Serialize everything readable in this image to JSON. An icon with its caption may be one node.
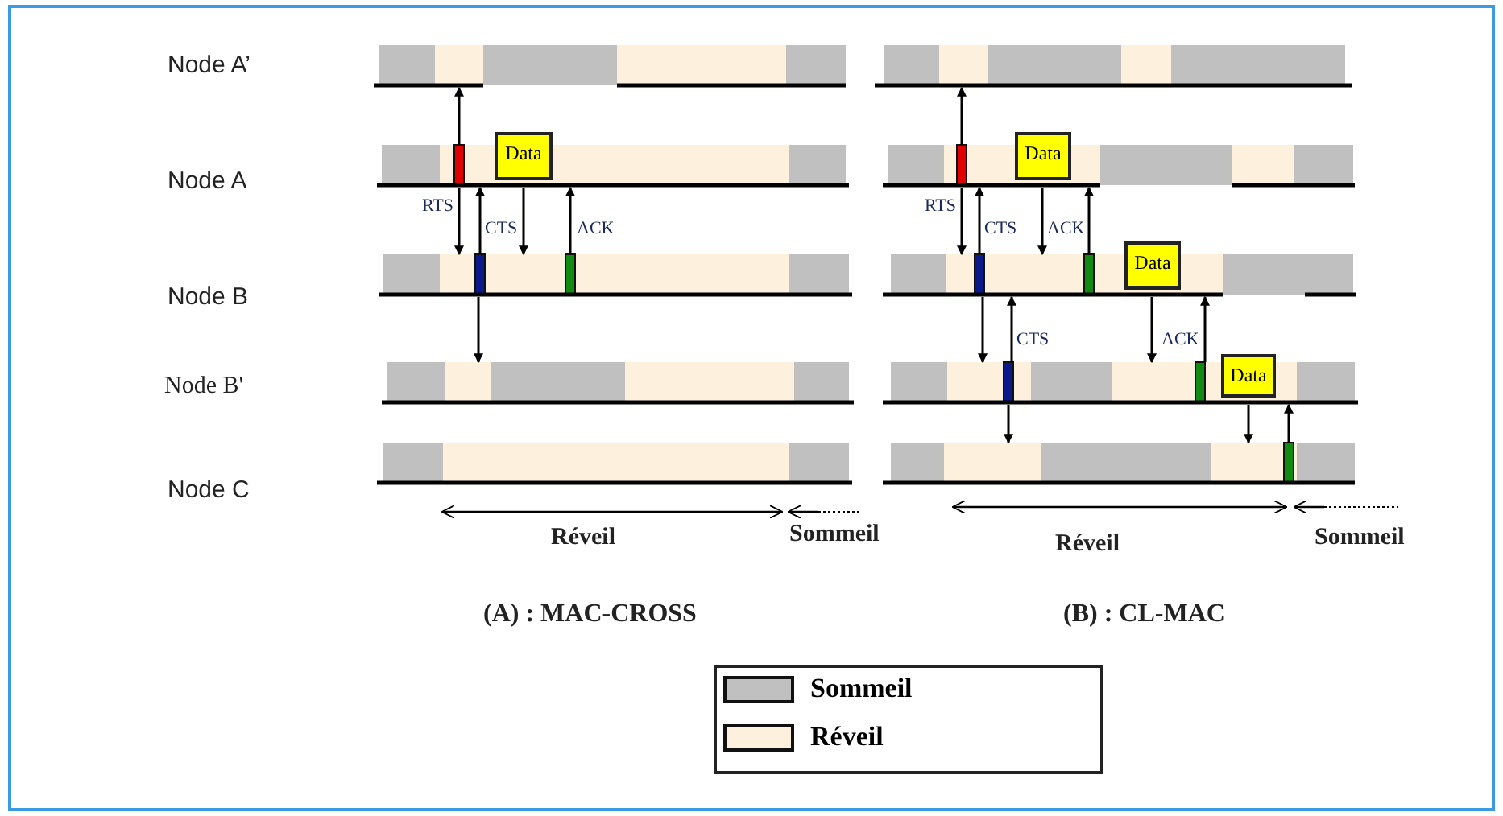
{
  "diagram": {
    "nodes": [
      {
        "text": [],
        "shape": "bar"
      },
      {
        "text": [],
        "shape": "bar"
      },
      {
        "text": [],
        "shape": "bar"
      },
      {
        "text": [],
        "shape": "bar"
      },
      {
        "text": [],
        "shape": "bar"
      },
      {
        "text": [],
        "shape": "bar"
      },
      {
        "text": [],
        "shape": "bar"
      },
      {
        "text": [],
        "shape": "bar"
      },
      {
        "text": [],
        "shape": "bar"
      },
      {
        "text": [],
        "shape": "bar"
      },
      {
        "text": [
          "Data"
        ]
      },
      {
        "text": [
          "Data"
        ]
      },
      {
        "text": [
          "Data"
        ]
      },
      {
        "text": [
          "Data"
        ]
      }
    ],
    "edges": [
      {
        "from": 1,
        "to": 0,
        "arrow": "to"
      },
      {
        "from": 1,
        "to": 2,
        "arrow": "to"
      },
      {
        "from": 2,
        "to": 1,
        "arrow": "to"
      },
      {
        "from": 1,
        "to": 2,
        "arrow": "to"
      },
      {
        "from": 2,
        "to": 1,
        "arrow": "to"
      },
      {
        "from": 2,
        "to": 3,
        "arrow": "to"
      },
      {
        "from": 6,
        "to": 5,
        "arrow": "to"
      },
      {
        "from": 6,
        "to": 7,
        "arrow": "to"
      },
      {
        "from": 7,
        "to": 6,
        "arrow": "to"
      },
      {
        "from": 6,
        "to": 7,
        "arrow": "to"
      },
      {
        "from": 7,
        "to": 6,
        "arrow": "to"
      },
      {
        "from": 7,
        "to": 8,
        "arrow": "to"
      },
      {
        "from": 8,
        "to": 7,
        "arrow": "to"
      },
      {
        "from": 7,
        "to": 8,
        "arrow": "to"
      },
      {
        "from": 8,
        "to": 7,
        "arrow": "to"
      },
      {
        "from": 8,
        "to": 9,
        "arrow": "to"
      },
      {
        "from": 8,
        "to": 9,
        "arrow": "to"
      },
      {
        "from": 9,
        "to": 8,
        "arrow": "to"
      }
    ],
    "labels": [
      "Node A’",
      "Node A",
      "RTS",
      "CTS",
      "ACK",
      "RTS",
      "CTS",
      "ACK",
      "Node B",
      "CTS",
      "ACK",
      "Node B'",
      "Node C",
      "Réveil",
      "Sommeil",
      "Réveil",
      "Sommeil",
      "(A) : MAC-CROSS",
      "(B) : CL-MAC"
    ],
    "legend": [
      {
        "text": "Sommeil",
        "color": "#c0c0c0"
      },
      {
        "text": "Réveil",
        "color": "#fdf0dc"
      }
    ]
  }
}
